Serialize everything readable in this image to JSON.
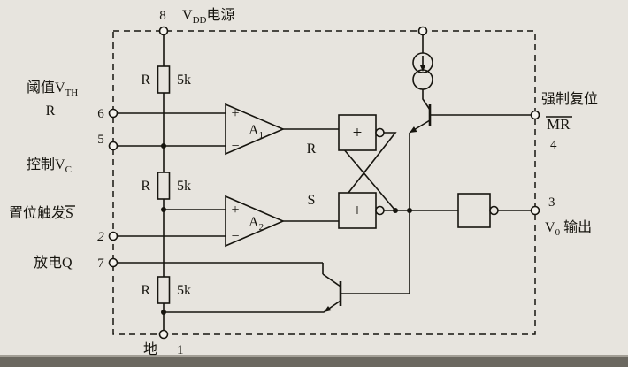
{
  "figure": {
    "bg_color": "#e7e4de",
    "ink_color": "#17150f",
    "shadow_color": "#6b6860"
  },
  "top": {
    "pin8": "8",
    "vdd_v": "V",
    "vdd_sub": "DD",
    "vdd_rest": "电源"
  },
  "left": {
    "threshold_text": "阈值V",
    "threshold_sub": "TH",
    "threshold_r": "R",
    "pin6": "6",
    "pin5": "5",
    "control_text": "控制V",
    "control_sub": "C",
    "set_text": "置位触发",
    "set_s": "S",
    "pin2": "2",
    "discharge_text": "放电Q",
    "pin7": "7"
  },
  "bottom": {
    "ground": "地",
    "pin1": "1"
  },
  "right": {
    "force_reset": "强制复位",
    "mr": "MR",
    "pin4": "4",
    "pin3": "3",
    "out_v": "V",
    "out_sub": "0",
    "out_rest": "输出"
  },
  "resistors": [
    {
      "label": "R",
      "value": "5k"
    },
    {
      "label": "R",
      "value": "5k"
    },
    {
      "label": "R",
      "value": "5k"
    }
  ],
  "comparators": [
    {
      "name": "A",
      "sub": "1",
      "plus": "+",
      "minus": "−"
    },
    {
      "name": "A",
      "sub": "2",
      "plus": "+",
      "minus": "−"
    }
  ],
  "flipflop": {
    "r_label": "R",
    "s_label": "S",
    "gate_symbol": "+"
  }
}
